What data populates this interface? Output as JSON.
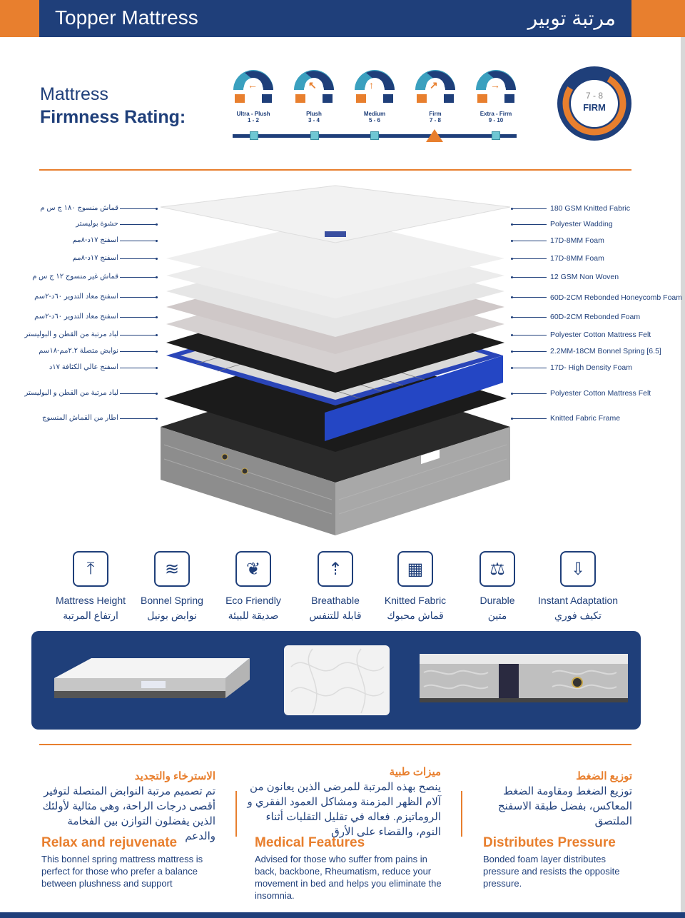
{
  "header": {
    "title_en": "Topper Mattress",
    "title_ar": "مرتبة توبير"
  },
  "firmness": {
    "title_line1": "Mattress",
    "title_line2": "Firmness Rating:",
    "levels": [
      {
        "name": "Ultra - Plush",
        "range": "1 - 2",
        "arrow": "←"
      },
      {
        "name": "Plush",
        "range": "3 - 4",
        "arrow": "↖"
      },
      {
        "name": "Medium",
        "range": "5 - 6",
        "arrow": "↑"
      },
      {
        "name": "Firm",
        "range": "7 - 8",
        "arrow": "↗"
      },
      {
        "name": "Extra - Firm",
        "range": "9 - 10",
        "arrow": "→"
      }
    ],
    "selected_index": 3,
    "badge_range": "7 - 8",
    "badge_label": "FIRM"
  },
  "layers_ar": [
    "قماش منسوج ١٨٠ ج س م",
    "حشوة بوليستر",
    "اسفنج ١٧د-٨مم",
    "اسفنج ١٧د-٨مم",
    "قماش غير منسوج ١٢ ج س م",
    "اسفنج معاد التدوير ٦٠د-٢سم",
    "اسفنج معاد التدوير ٦٠د-٢سم",
    "لباد مرتبة من القطن و البوليستر",
    "نوابض متصلة ٢.٢مم-١٨سم",
    "اسفنج عالي الكثافة ١٧د",
    "لباد مرتبة من القطن و البوليستر",
    "اطار من القماش المنسوج"
  ],
  "layers_en": [
    "180 GSM Knitted Fabric",
    "Polyester Wadding",
    "17D-8MM Foam",
    "17D-8MM Foam",
    "12 GSM Non Woven",
    "60D-2CM Rebonded Honeycomb Foam",
    "60D-2CM Rebonded Foam",
    "Polyester Cotton Mattress Felt",
    "2.2MM-18CM Bonnel Spring [6.5]",
    "17D- High Density Foam",
    "Polyester Cotton Mattress Felt",
    "Knitted Fabric Frame"
  ],
  "features": [
    {
      "en": "Mattress Height",
      "ar": "ارتفاع المرتبة",
      "icon": "ruler-height-icon"
    },
    {
      "en": "Bonnel Spring",
      "ar": "نوابض بونيل",
      "icon": "spring-icon"
    },
    {
      "en": "Eco Friendly",
      "ar": "صديقة للبيئة",
      "icon": "leaf-icon"
    },
    {
      "en": "Breathable",
      "ar": "قابلة للتنفس",
      "icon": "airflow-icon"
    },
    {
      "en": "Knitted Fabric",
      "ar": "قماش محبوك",
      "icon": "fabric-icon"
    },
    {
      "en": "Durable",
      "ar": "متين",
      "icon": "weight-icon"
    },
    {
      "en": "Instant Adaptation",
      "ar": "تكيف فوري",
      "icon": "adaptation-icon"
    }
  ],
  "benefits": [
    {
      "title_ar": "الاسترخاء والتجديد",
      "body_ar": "تم تصميم مرتبة النوابض المتصلة لتوفير أقصى درجات الراحة، وهي مثالية لأولئك الذين يفضلون التوازن بين الفخامة والدعم",
      "title_en": "Relax and rejuvenate",
      "body_en": "This bonnel spring mattress mattress is perfect for those who prefer a balance between plushness and support"
    },
    {
      "title_ar": "ميزات طبية",
      "body_ar": "ينصح بهذه المرتبة للمرضى الذين يعانون من آلام الظهر المزمنة ومشاكل العمود الفقري و الروماتيزم. فعاله في تقليل التقلبات أثناء النوم، والقضاء على الأرق",
      "title_en": "Medical Features",
      "body_en": "Advised for those who suffer from pains in back, backbone, Rheumatism, reduce your movement in bed and helps you eliminate the insomnia."
    },
    {
      "title_ar": "توزيع الضغط",
      "body_ar": "توزيع الضغط ومقاومة الضغط المعاكس، بفضل طبقة الاسفنج الملتصق",
      "title_en": "Distributes Pressure",
      "body_en": "Bonded foam layer distributes pressure and resists the opposite pressure."
    }
  ]
}
